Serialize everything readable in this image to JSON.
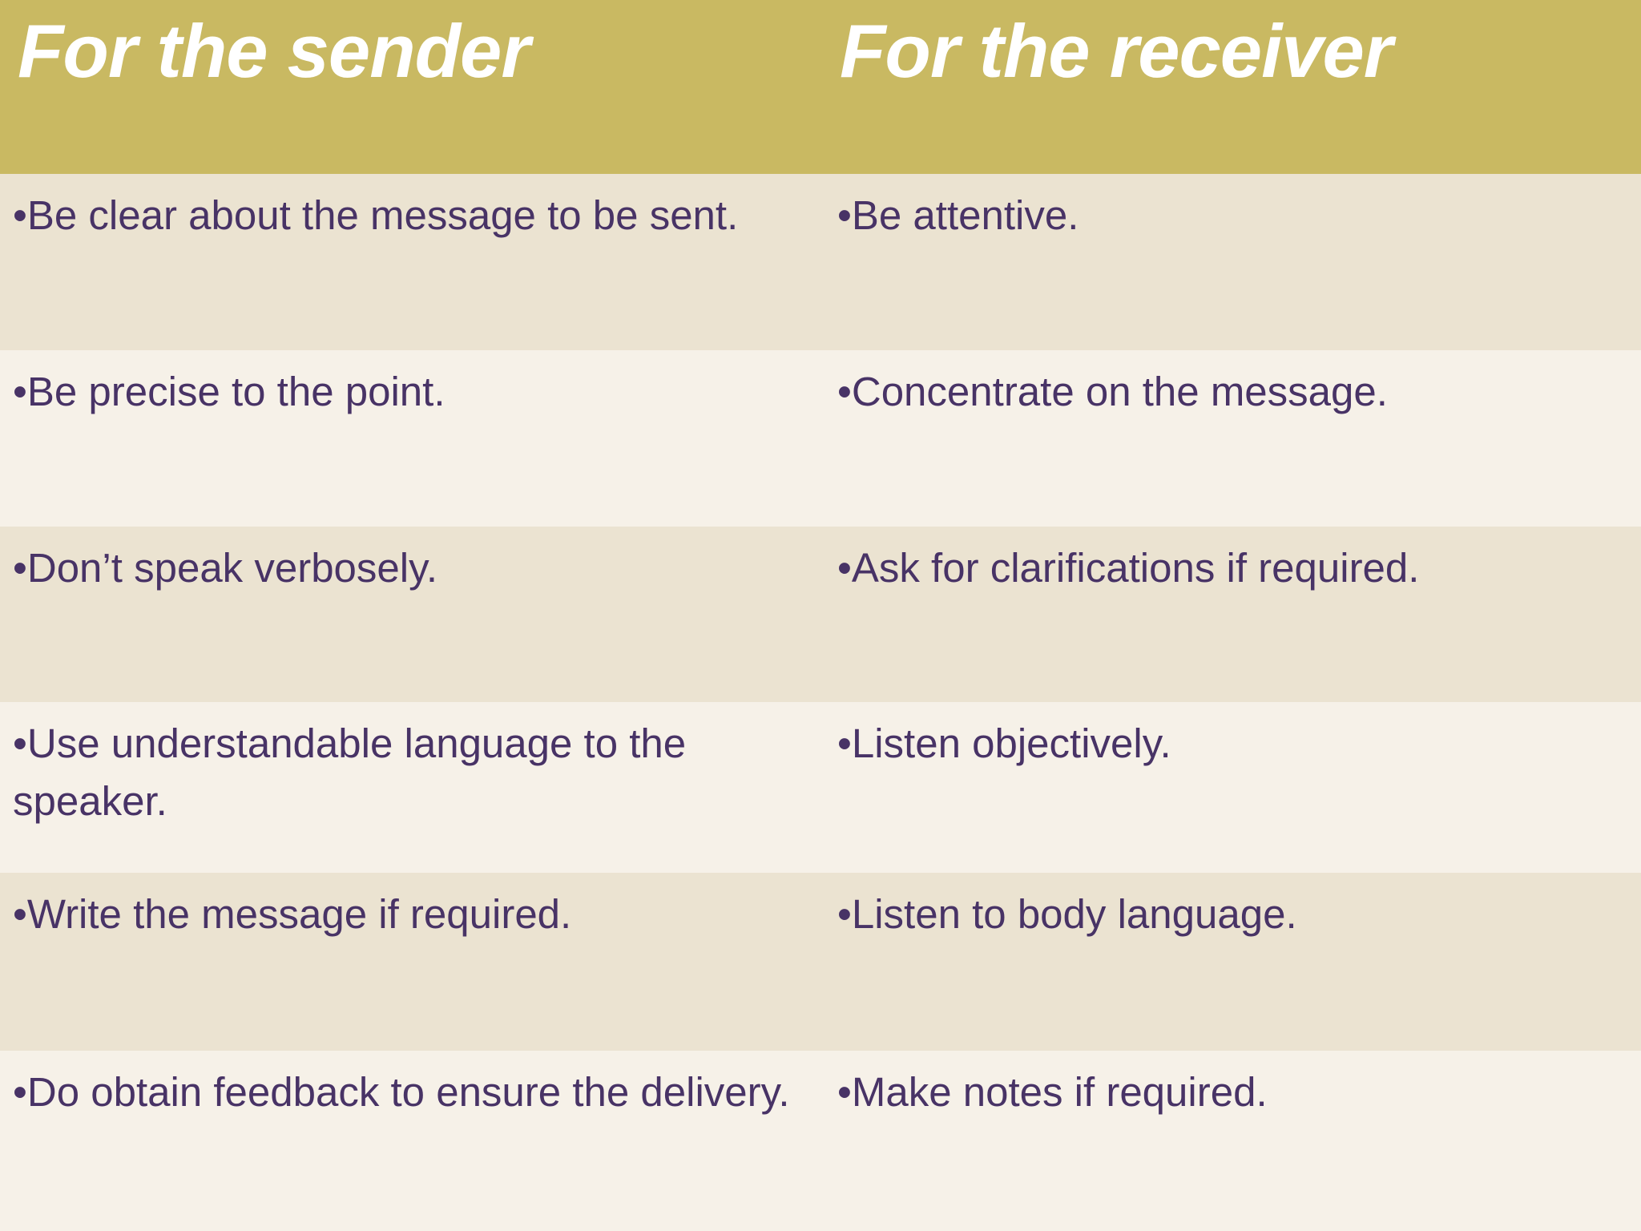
{
  "table": {
    "bullet": "•",
    "columns": [
      {
        "header": "For the sender",
        "items": [
          "Be clear about the message to be sent.",
          "Be precise to the point.",
          "Don’t speak verbosely.",
          "Use understandable language to the speaker.",
          "Write the message if required.",
          "Do obtain feedback to ensure the delivery."
        ]
      },
      {
        "header": "For the receiver",
        "items": [
          "Be attentive.",
          "Concentrate on the message.",
          "Ask for clarifications if required.",
          "Listen objectively.",
          "Listen to body language.",
          "Make notes if required."
        ]
      }
    ],
    "colors": {
      "header_bg": "#c9b962",
      "header_text": "#ffffff",
      "row_dark_bg": "#ebe3d1",
      "row_light_bg": "#f6f1e8",
      "body_text": "#483366"
    }
  }
}
